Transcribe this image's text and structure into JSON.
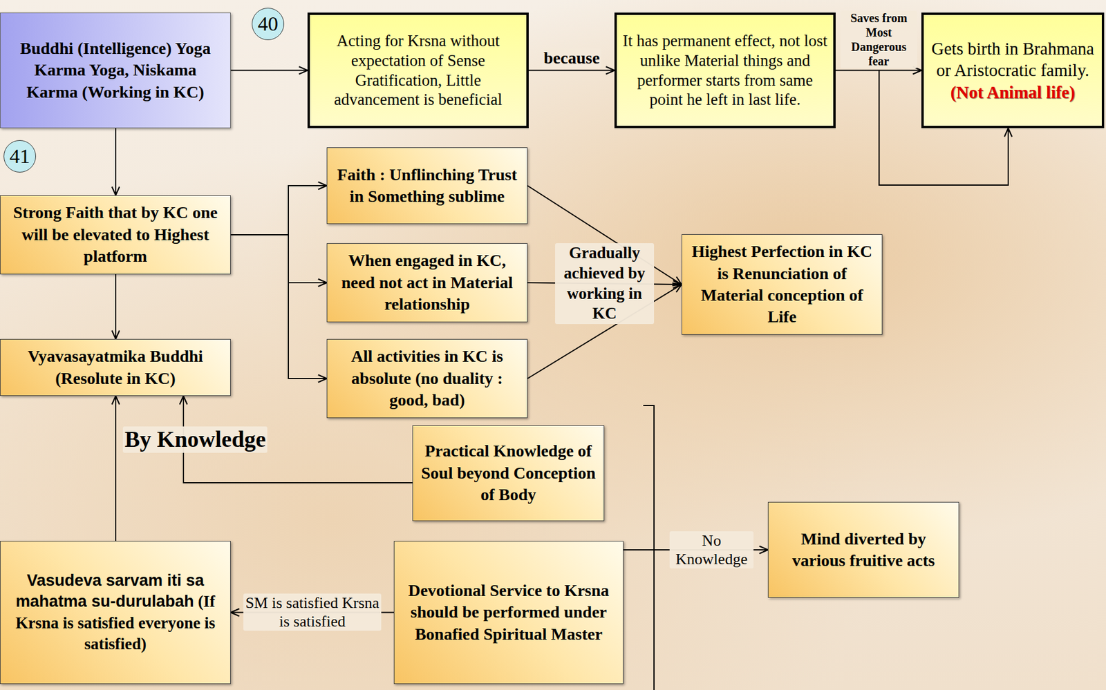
{
  "diagram": {
    "nodes": [
      {
        "text": [
          "Buddhi (Intelligence) Yoga Karma Yoga, Niskama Karma (Working in KC)"
        ]
      },
      {
        "text": [
          "Acting for Krsna without expectation of Sense Gratification, Little advancement is beneficial"
        ]
      },
      {
        "text": [
          "It has permanent effect, not lost unlike Material things and performer starts from same point he left in last life."
        ]
      },
      {
        "text": [
          "Gets birth in Brahmana or Aristocratic family.",
          "(Not Animal life)"
        ]
      },
      {
        "text": [
          "Strong Faith that by KC one will be elevated to Highest platform"
        ]
      },
      {
        "text": [
          "Faith : Unflinching Trust in Something sublime"
        ]
      },
      {
        "text": [
          "When engaged in KC, need not act in Material relationship"
        ]
      },
      {
        "text": [
          "Highest Perfection in KC is Renunciation of Material conception of Life"
        ]
      },
      {
        "text": [
          "Vyavasayatmika Buddhi (Resolute in KC)"
        ]
      },
      {
        "text": [
          "All activities in KC is absolute (no duality : good, bad)"
        ]
      },
      {
        "text": [
          "Practical Knowledge of Soul beyond Conception of Body"
        ]
      },
      {
        "text": [
          "Vasudeva sarvam iti sa mahatma su-durulabah",
          "(If Krsna is satisfied everyone is satisfied)"
        ]
      },
      {
        "text": [
          "Devotional Service to Krsna should be performed under Bonafied Spiritual Master"
        ]
      },
      {
        "text": [
          "Mind diverted by various fruitive acts"
        ]
      }
    ],
    "edges": [
      {
        "from": 0,
        "to": 1,
        "arrow": "to"
      },
      {
        "from": 1,
        "to": 2,
        "label": "because",
        "arrow": "to"
      },
      {
        "from": 2,
        "to": 3,
        "label": "Saves from Most Dangerous fear",
        "arrow": "to"
      },
      {
        "from": 0,
        "to": 4,
        "arrow": "to"
      },
      {
        "from": 4,
        "to": 5,
        "arrow": "to"
      },
      {
        "from": 4,
        "to": 6,
        "arrow": "to"
      },
      {
        "from": 4,
        "to": 9,
        "arrow": "to"
      },
      {
        "from": 4,
        "to": 8,
        "arrow": "to"
      },
      {
        "from": 5,
        "to": 7,
        "arrow": "to"
      },
      {
        "from": 6,
        "to": 7,
        "label": "Gradually achieved by working in KC",
        "arrow": "to"
      },
      {
        "from": 9,
        "to": 7,
        "arrow": "to"
      },
      {
        "from": 10,
        "to": 8,
        "label": "By Knowledge",
        "arrow": "to"
      },
      {
        "from": 11,
        "to": 8,
        "arrow": "to"
      },
      {
        "from": 12,
        "to": 11,
        "label": "SM is satisfied Krsna is satisfied",
        "arrow": "to"
      },
      {
        "from": 12,
        "to": 13,
        "label": "No Knowledge",
        "arrow": "to"
      }
    ],
    "labels": [
      "40",
      "41"
    ]
  }
}
